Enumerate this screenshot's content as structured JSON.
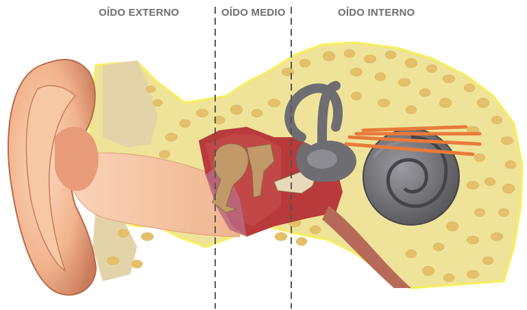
{
  "labels": {
    "outer": "OÍDO EXTERNO",
    "middle": "OÍDO MEDIO",
    "inner": "OÍDO INTERNO"
  },
  "colors": {
    "bone": "#efe39a",
    "bone_edge": "#f7ef5a",
    "bone_cells": "#e4c06a",
    "skin": "#f2b48e",
    "skin_dark": "#c97a5a",
    "canal": "#f6c8a4",
    "cavity": "#b83a3a",
    "ossicles": "#c29a6a",
    "cochlea": "#6d6d72",
    "nerve": "#e87a3a",
    "divider": "#555555",
    "label_text": "#6e6e6e"
  }
}
